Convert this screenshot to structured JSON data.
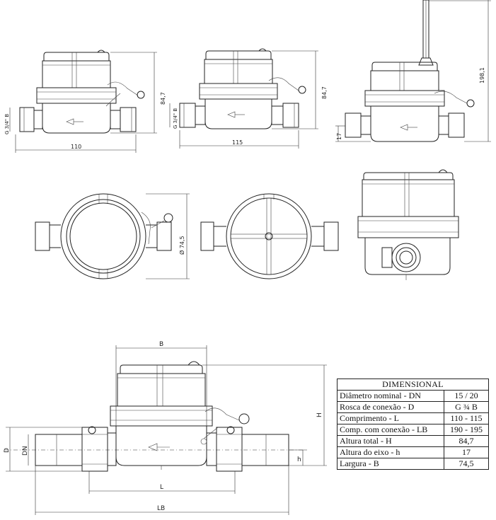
{
  "dimension_labels": {
    "top1_width": "110",
    "top1_height": "84,7",
    "top1_thread": "G 3/4\" B",
    "top2_width": "115",
    "top2_height": "84,7",
    "top2_thread": "G 3/4\" B",
    "top3_total": "198,1",
    "top3_axis": "17",
    "plan1_diameter": "Ø 74,5",
    "main_B": "B",
    "main_H": "H",
    "main_D": "D",
    "main_DN": "DN",
    "main_h": "h",
    "main_L": "L",
    "main_LB": "LB"
  },
  "table": {
    "title": "DIMENSIONAL",
    "rows": [
      {
        "label": "Diâmetro nominal   - DN",
        "value": "15 / 20"
      },
      {
        "label": "Rosca de conexão   - D",
        "value": "G ¾ B"
      },
      {
        "label": "Comprimento          - L",
        "value": "110 - 115"
      },
      {
        "label": "Comp. com conexão - LB",
        "value": "190 - 195"
      },
      {
        "label": "Altura total           - H",
        "value": "84,7"
      },
      {
        "label": "Altura do eixo          - h",
        "value": "17"
      },
      {
        "label": "Largura                  - B",
        "value": "74,5"
      }
    ]
  }
}
